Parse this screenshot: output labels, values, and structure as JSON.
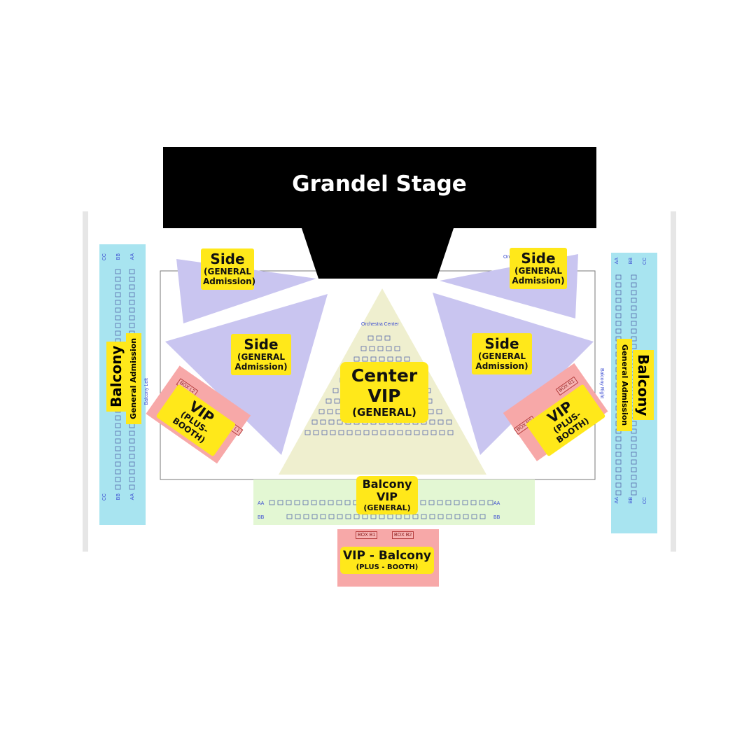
{
  "stage": {
    "title": "Grandel Stage"
  },
  "labels": {
    "side_top_left": {
      "title": "Side",
      "sub1": "(GENERAL",
      "sub2": "Admission)"
    },
    "side_top_right": {
      "title": "Side",
      "sub1": "(GENERAL",
      "sub2": "Admission)"
    },
    "side_mid_left": {
      "title": "Side",
      "sub1": "(GENERAL",
      "sub2": "Admission)"
    },
    "side_mid_right": {
      "title": "Side",
      "sub1": "(GENERAL",
      "sub2": "Admission)"
    },
    "center": {
      "line1": "Center",
      "line2": "VIP",
      "line3": "(GENERAL)"
    },
    "vip_left": {
      "title": "VIP",
      "sub": "(PLUS-BOOTH)"
    },
    "vip_right": {
      "title": "VIP",
      "sub": "(PLUS-BOOTH)"
    },
    "balcony_left": {
      "title": "Balcony",
      "sub": "General Admission"
    },
    "balcony_right": {
      "title": "Balcony",
      "sub": "General Admission"
    },
    "balcony_vip": {
      "line1": "Balcony",
      "line2": "VIP",
      "line3": "(GENERAL)"
    },
    "vip_balcony": {
      "title": "VIP - Balcony",
      "sub": "(PLUS - BOOTH)"
    }
  },
  "small_text": {
    "orchestra_center": "Orchestra Center",
    "balcony_left": "Balcony Left",
    "balcony_right": "Balcony Right",
    "orchestra": "Orch",
    "row_aa": "AA",
    "row_bb": "BB",
    "row_cc": "CC"
  },
  "boxes": {
    "l1": "BOX L1",
    "l2": "BOX L2",
    "r1": "BOX R1",
    "r2": "BOX R2",
    "b1": "BOX B1",
    "b2": "BOX B2"
  },
  "colors": {
    "stage": "#000000",
    "side": "#c9c5f0",
    "center": "#efefcf",
    "vip_box": "#f7a8a8",
    "balcony": "#a8e4f0",
    "balcony_vip": "#e3f7d3",
    "label": "#ffe81a"
  }
}
